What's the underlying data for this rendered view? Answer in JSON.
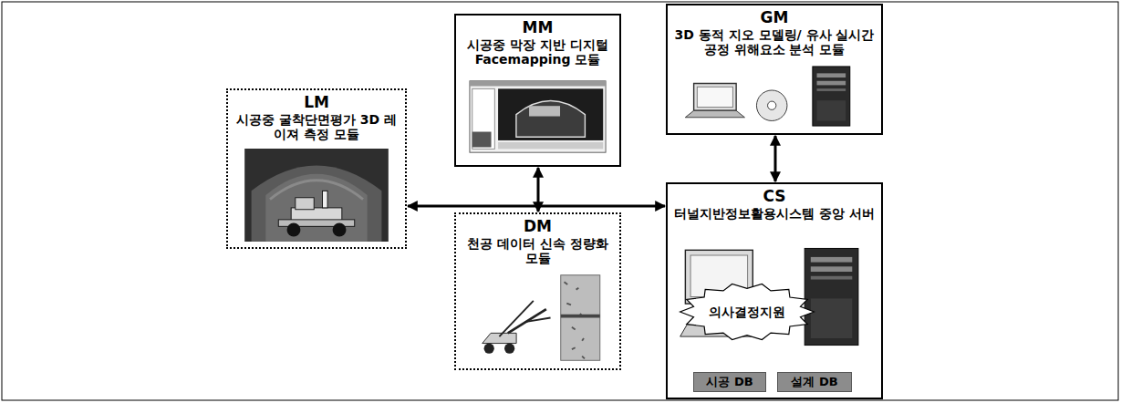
{
  "diagram": {
    "nodes": [
      {
        "text": [
          "LM",
          "시공중 굴착단면평가 3D 레이져 측정 모듈"
        ]
      },
      {
        "text": [
          "MM",
          "시공중 막장 지반 디지털 Facemapping 모듈"
        ]
      },
      {
        "text": [
          "GM",
          "3D 동적 지오 모델링/ 유사 실시간 공정 위해요소 분석 모듈"
        ]
      },
      {
        "text": [
          "DM",
          "천공 데이터 신속 정량화 모듈"
        ]
      },
      {
        "text": [
          "CS",
          "터널지반정보활용시스템 중앙 서버"
        ]
      },
      {
        "text": [
          "의사결정지원"
        ],
        "in": 4
      },
      {
        "text": [
          "시공 DB"
        ],
        "in": 4
      },
      {
        "text": [
          "설계 DB"
        ],
        "in": 4
      }
    ],
    "edges": [
      {
        "from": 0,
        "to": 4,
        "arrow": "both"
      },
      {
        "from": 1,
        "to": 3,
        "arrow": "both"
      },
      {
        "from": 2,
        "to": 4,
        "arrow": "both"
      }
    ]
  }
}
